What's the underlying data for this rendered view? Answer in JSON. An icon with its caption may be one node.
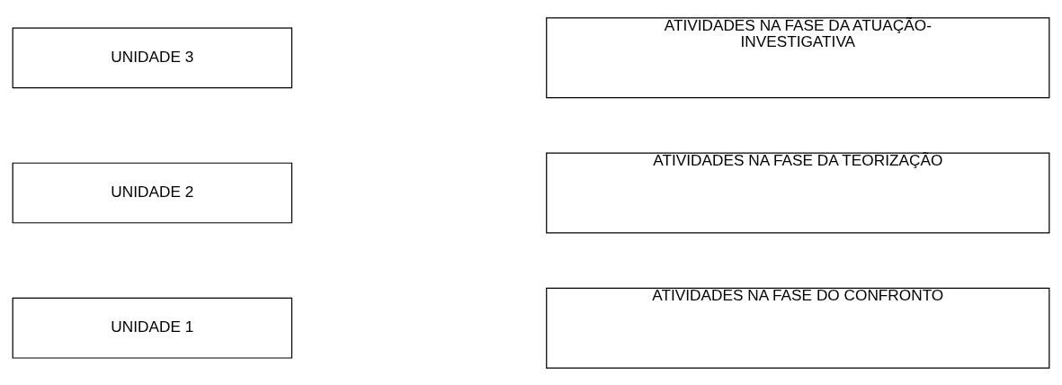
{
  "diagram": {
    "nodes": [
      {
        "text": [
          "UNIDADE 1"
        ]
      },
      {
        "text": [
          "UNIDADE 2"
        ]
      },
      {
        "text": [
          "UNIDADE 3"
        ]
      },
      {
        "text": [
          "ATIVIDADES NA FASE DO CONFRONTO"
        ]
      },
      {
        "text": [
          "ATIVIDADES NA FASE DA TEORIZAÇÃO"
        ]
      },
      {
        "text": [
          "ATIVIDADES NA FASE DA ATUAÇÃO- INVESTIGATIVA"
        ]
      }
    ],
    "edges": []
  }
}
